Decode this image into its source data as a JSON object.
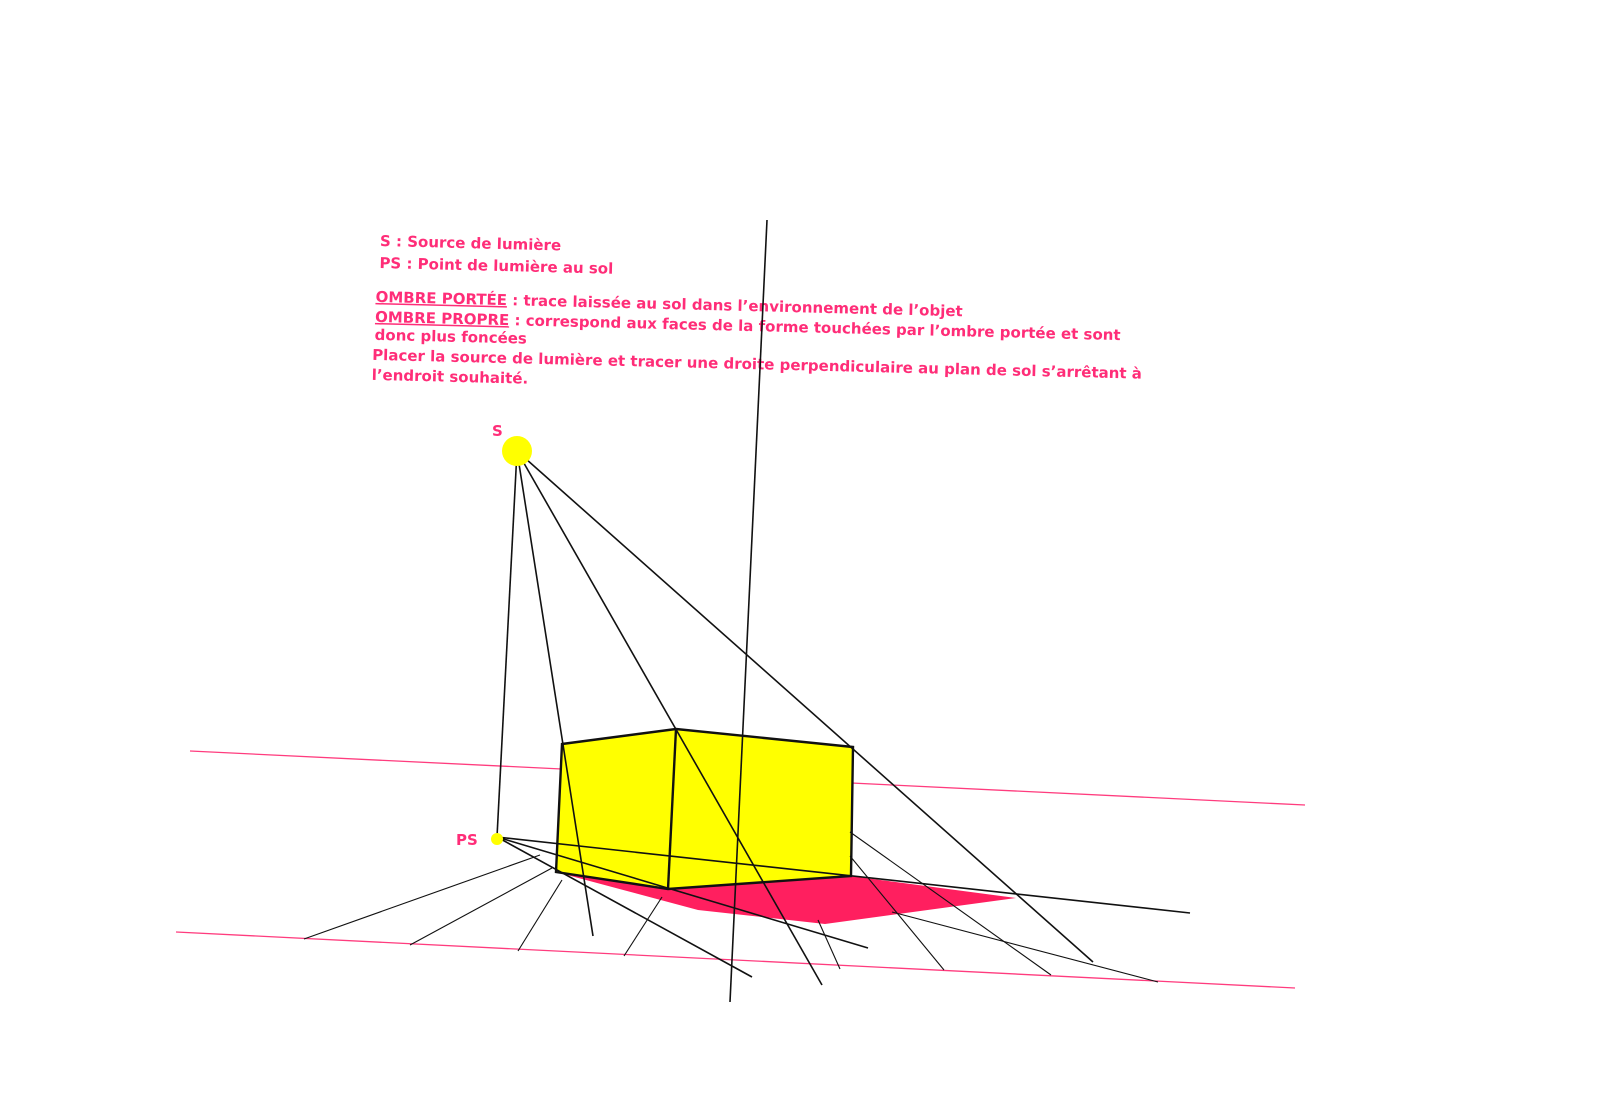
{
  "labels": {
    "source": "S",
    "ground_point": "PS"
  },
  "legend": {
    "line1_key": "S",
    "line1_text": " : Source de lumière",
    "line2_key": "PS",
    "line2_text": " : Point de lumière au sol",
    "ombre_portee_key": "OMBRE PORTÉE",
    "ombre_portee_text": " : trace laissée au sol dans l’environnement de l’objet",
    "ombre_propre_key": "OMBRE PROPRE",
    "ombre_propre_text": " : correspond aux faces de la forme touchées par l’ombre portée et sont",
    "ombre_propre_text2": "donc plus foncées",
    "instruction_line1": "Placer la source de lumière et tracer une droite perpendiculaire au plan de sol s’arrêtant à",
    "instruction_line2": "l’endroit souhaité."
  },
  "colors": {
    "accent_pink": "#ff2d78",
    "shadow_pink": "#ff1f5f",
    "cube_yellow": "#ffff00",
    "light_yellow": "#ffff00",
    "ink": "#111111"
  }
}
